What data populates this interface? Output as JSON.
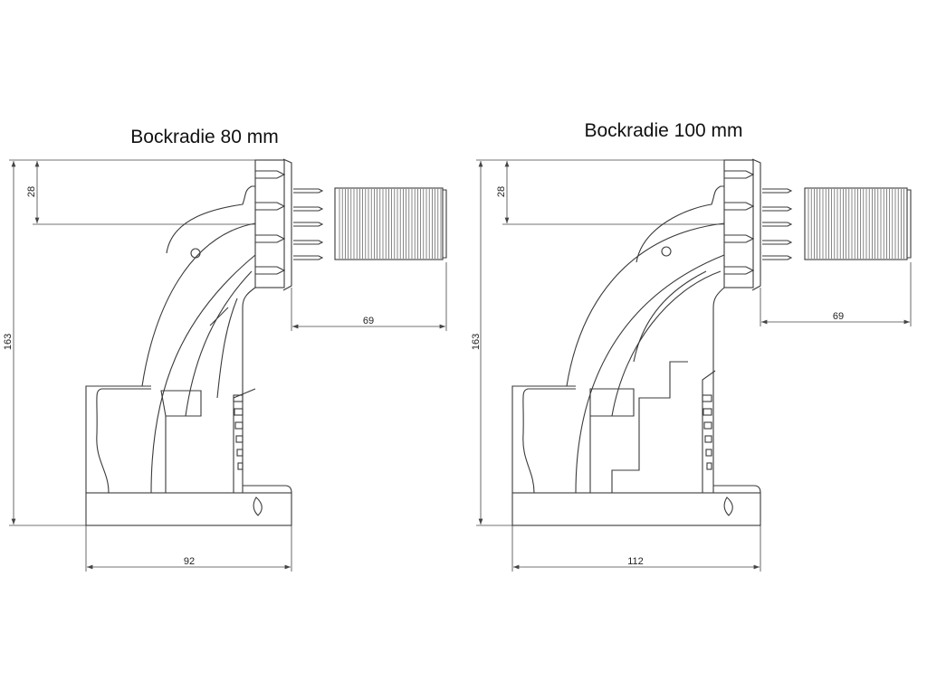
{
  "drawings": [
    {
      "title": "Bockradie 80 mm",
      "height_dim": "163",
      "offset_dim": "28",
      "pipe_dim": "69",
      "width_dim": "92"
    },
    {
      "title": "Bockradie 100 mm",
      "height_dim": "163",
      "offset_dim": "28",
      "pipe_dim": "69",
      "width_dim": "112"
    }
  ]
}
